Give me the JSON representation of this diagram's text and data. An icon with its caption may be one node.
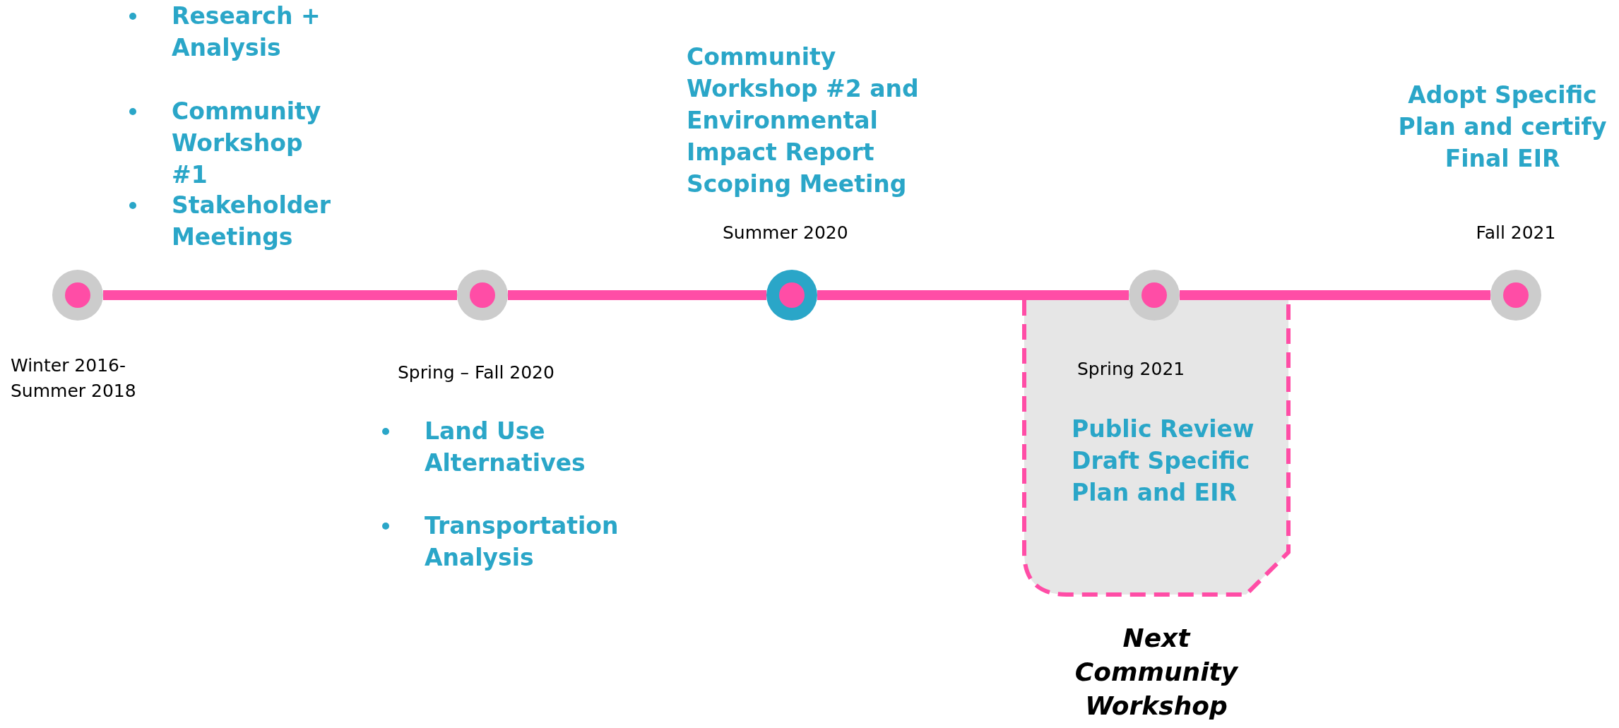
{
  "diagram": {
    "nodes": [
      {
        "text": [],
        "shape": "circle",
        "beside": [
          "Research + Analysis",
          "Community Workshop #1",
          "Stakeholder Meetings",
          "Winter 2016- Summer 2018"
        ]
      },
      {
        "text": [],
        "shape": "circle",
        "beside": [
          "Spring – Fall 2020",
          "Land Use Alternatives",
          "Transportation Analysis"
        ]
      },
      {
        "text": [],
        "shape": "circle",
        "beside": [
          "Community Workshop #2 and Environmental Impact Report Scoping Meeting",
          "Summer 2020"
        ]
      },
      {
        "text": [],
        "shape": "circle"
      },
      {
        "text": [
          "Spring 2021",
          "Public Review Draft Specific Plan and EIR"
        ],
        "beside": [
          "Next Community Workshop"
        ]
      },
      {
        "text": [],
        "shape": "circle",
        "beside": [
          "Adopt Specific Plan and certify Final EIR",
          "Fall 2021"
        ]
      }
    ],
    "edges": [
      {
        "from": 0,
        "to": 1,
        "arrow": "none"
      },
      {
        "from": 1,
        "to": 2,
        "arrow": "none"
      },
      {
        "from": 2,
        "to": 3,
        "arrow": "none"
      },
      {
        "from": 3,
        "to": 5,
        "arrow": "none"
      }
    ]
  }
}
